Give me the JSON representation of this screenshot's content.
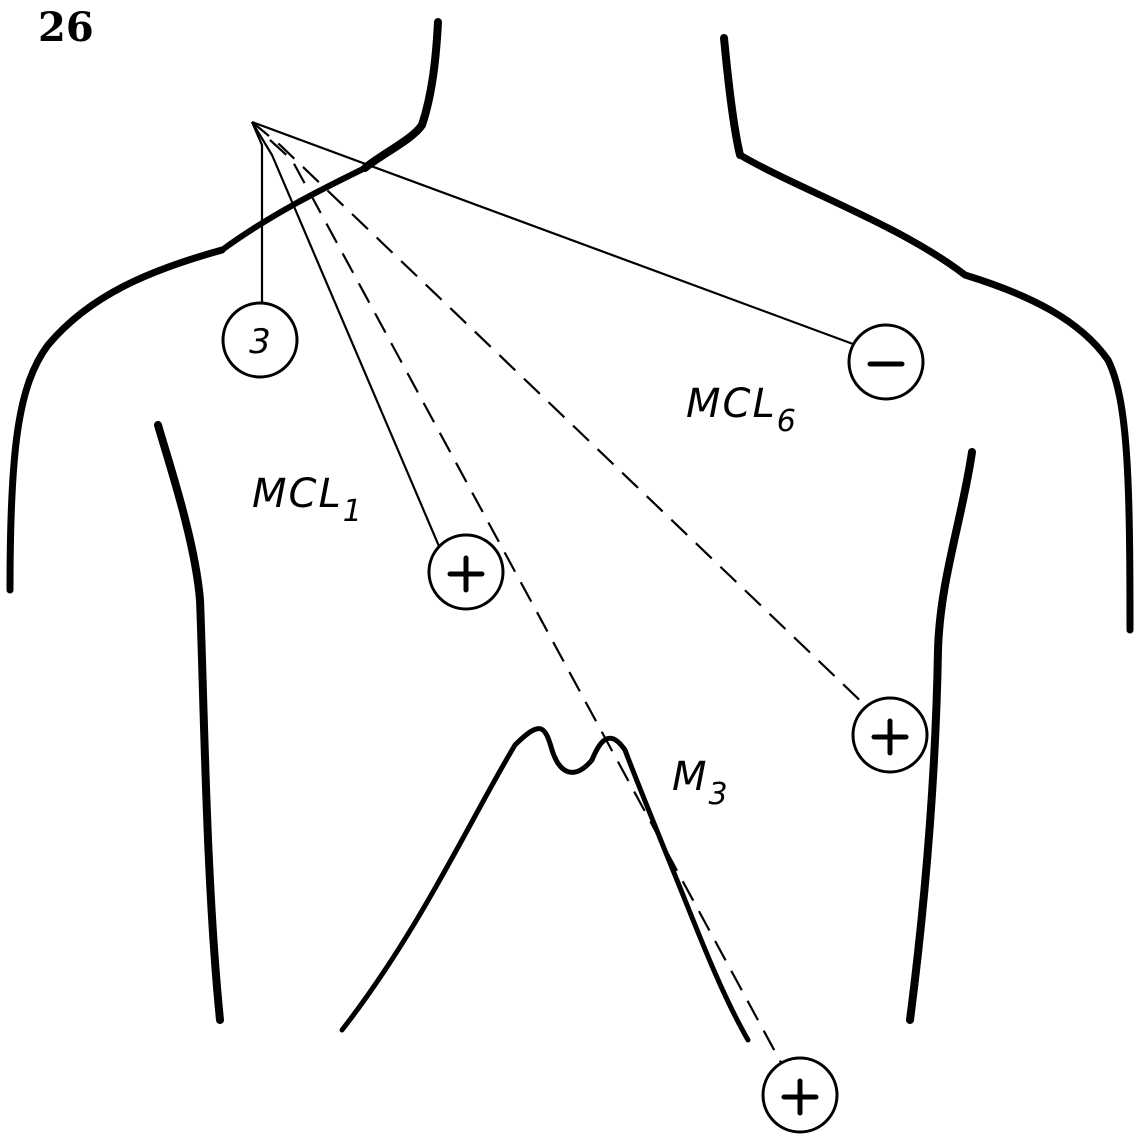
{
  "figure_number": "26",
  "electrodes": {
    "ground": "3",
    "negative": "−",
    "positive": "+"
  },
  "leads": [
    {
      "name": "MCL",
      "subscript": "1"
    },
    {
      "name": "MCL",
      "subscript": "6"
    },
    {
      "name": "M",
      "subscript": "3"
    }
  ]
}
